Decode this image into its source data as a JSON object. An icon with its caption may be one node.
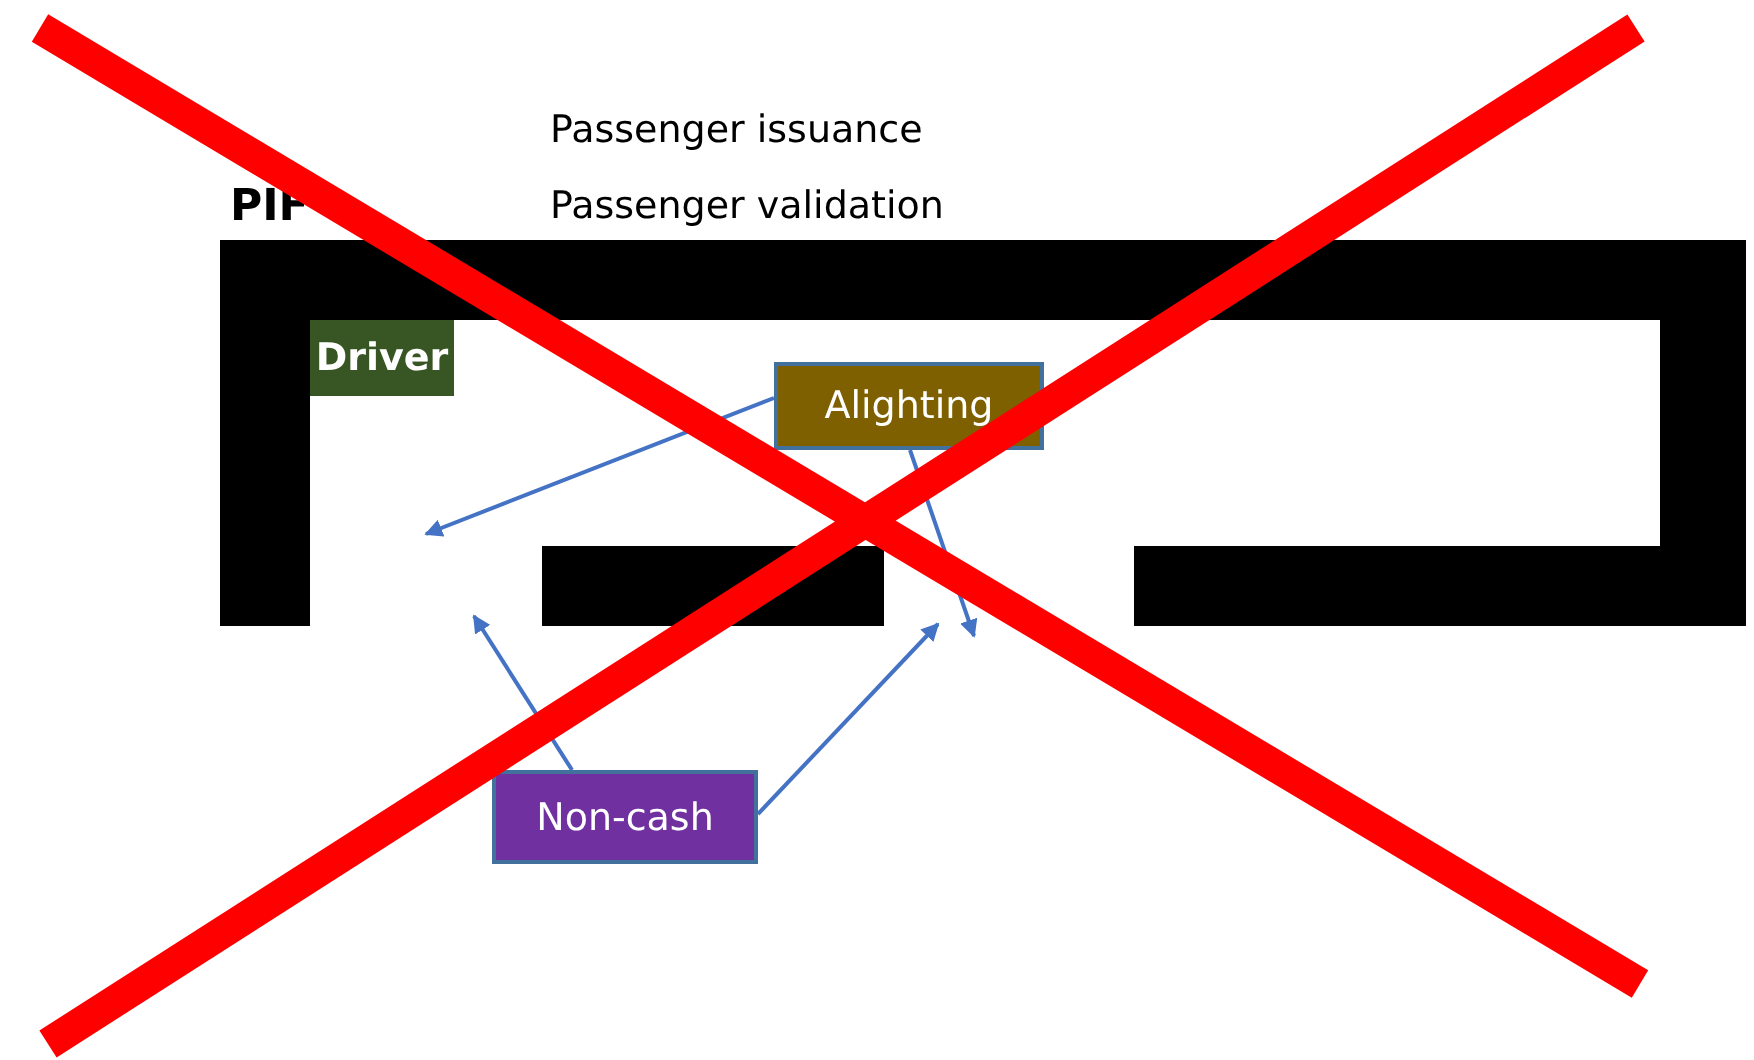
{
  "diagram": {
    "nodes": [
      {
        "text": [
          "Driver"
        ]
      },
      {
        "text": [
          "Alighting"
        ]
      },
      {
        "text": [
          "Non-cash"
        ]
      }
    ],
    "edges": [
      {
        "from": 1,
        "to": null,
        "arrow": "to"
      },
      {
        "from": 1,
        "to": null,
        "arrow": "to"
      },
      {
        "from": 2,
        "to": null,
        "arrow": "to"
      },
      {
        "from": 2,
        "to": null,
        "arrow": "to"
      }
    ],
    "labels": [
      "Passenger issuance",
      "PIF",
      "Passenger validation"
    ]
  }
}
